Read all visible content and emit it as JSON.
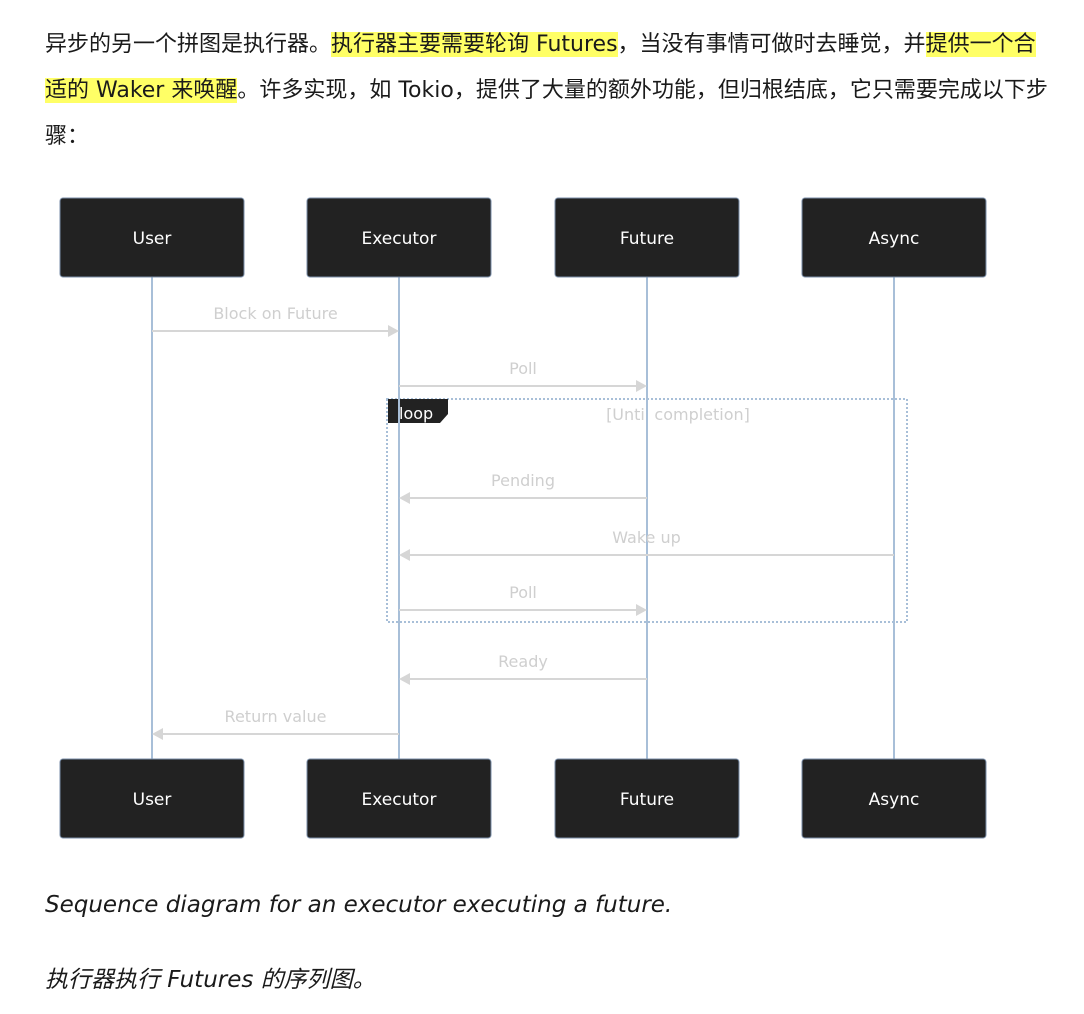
{
  "paragraph": {
    "seg1": "异步的另一个拼图是执行器。",
    "seg2": "执行器主要需要轮询 Futures",
    "seg3": "，当没有事情可做时去睡觉，并",
    "seg4": "提供一个合适的 Waker 来唤醒",
    "seg5": "。许多实现，如 Tokio，提供了大量的额外功能，但归根结底，它只需要完成以下步骤："
  },
  "diagram": {
    "actors": [
      "User",
      "Executor",
      "Future",
      "Async"
    ],
    "messages": [
      {
        "from": 0,
        "to": 1,
        "label": "Block on Future"
      },
      {
        "from": 1,
        "to": 2,
        "label": "Poll"
      },
      {
        "from": 2,
        "to": 1,
        "label": "Pending"
      },
      {
        "from": 3,
        "to": 1,
        "label": "Wake up"
      },
      {
        "from": 1,
        "to": 2,
        "label": "Poll"
      },
      {
        "from": 2,
        "to": 1,
        "label": "Ready"
      },
      {
        "from": 1,
        "to": 0,
        "label": "Return value"
      }
    ],
    "loop": {
      "tag": "loop",
      "condition": "[Until completion]"
    },
    "colors": {
      "actor_bg": "#222222",
      "lifeline": "#a8bfd8",
      "message": "#d6d6d6",
      "highlight": "#ffff66"
    }
  },
  "captions": {
    "en": "Sequence diagram for an executor executing a future.",
    "zh": "执行器执行 Futures 的序列图。"
  }
}
